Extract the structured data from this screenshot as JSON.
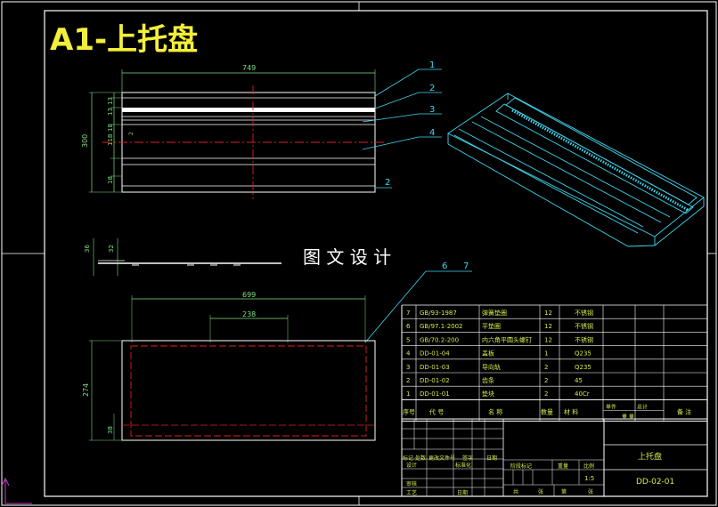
{
  "drawing": {
    "title": "A1-上托盘",
    "watermark": "图 文 设 计",
    "balloons": [
      "1",
      "2",
      "3",
      "4",
      "2"
    ],
    "balloons_b": [
      "6",
      "7"
    ],
    "front_view": {
      "overall_width": "749",
      "overall_height": "300",
      "dims_left": [
        "13",
        "13",
        "18",
        "18",
        "118",
        "18"
      ],
      "small_dim": "2"
    },
    "side_view": {
      "dims": [
        "36",
        "32"
      ]
    },
    "bottom_view": {
      "overall_width": "699",
      "hole_spacing": "238",
      "height": "274",
      "edge": "38"
    }
  },
  "bom": {
    "rows": [
      {
        "no": "7",
        "code": "GB/93-1987",
        "name": "弹簧垫圈",
        "qty": "12",
        "material": "不锈钢",
        "note": ""
      },
      {
        "no": "6",
        "code": "GB/97.1-2002",
        "name": "平垫圈",
        "qty": "12",
        "material": "不锈钢",
        "note": ""
      },
      {
        "no": "5",
        "code": "GB/70.2-200",
        "name": "内六角平圆头螺钉",
        "qty": "12",
        "material": "不锈钢",
        "note": ""
      },
      {
        "no": "4",
        "code": "DD-01-04",
        "name": "盖板",
        "qty": "1",
        "material": "Q235",
        "note": ""
      },
      {
        "no": "3",
        "code": "DD-01-03",
        "name": "导向轨",
        "qty": "2",
        "material": "Q235",
        "note": ""
      },
      {
        "no": "2",
        "code": "DD-01-02",
        "name": "齿条",
        "qty": "2",
        "material": "45",
        "note": ""
      },
      {
        "no": "1",
        "code": "DD-01-01",
        "name": "垫块",
        "qty": "2",
        "material": "40Cr",
        "note": ""
      }
    ],
    "header": [
      "序号",
      "代 号",
      "名 称",
      "数量",
      "材 料",
      "单件",
      "总计",
      "备 注"
    ],
    "header_sub": "重 量"
  },
  "titleblock": {
    "part_name": "上托盘",
    "drawing_no": "DD-02-01",
    "scale": "1:5",
    "left_labels": [
      "标记",
      "处数",
      "更改文件号",
      "签字",
      "日期"
    ],
    "left_labels2": [
      "设计",
      "标准化"
    ],
    "left_labels3": [
      "审核"
    ],
    "left_labels4": [
      "工艺",
      "日期"
    ],
    "mid_labels": [
      "阶段标记",
      "重量",
      "比例"
    ],
    "bottom_labels": [
      "共",
      "张",
      "第",
      "张"
    ]
  }
}
